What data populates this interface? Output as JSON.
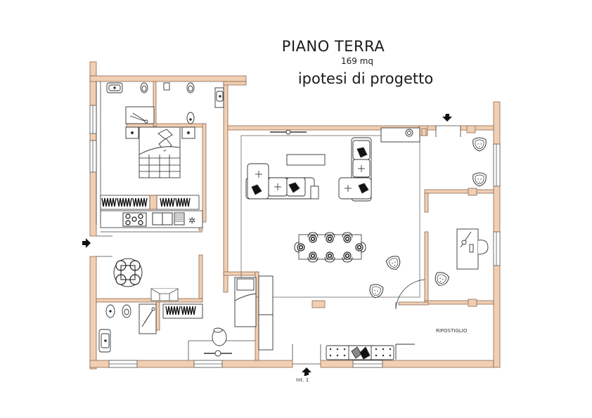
{
  "header": {
    "title": "PIANO TERRA",
    "area": "169 mq",
    "subtitle": "ipotesi di progetto"
  },
  "labels": {
    "storage_room": "RIPOSTIGLIO",
    "entrance": "Int. 1"
  },
  "colors": {
    "wall": "#f1cfb2",
    "wall_stroke": "#8a6a55",
    "line": "#333333",
    "background": "#ffffff"
  },
  "rooms": [
    {
      "name": "master-bedroom",
      "furniture": [
        "double-bed",
        "nightstands",
        "shower",
        "sink",
        "toilets"
      ]
    },
    {
      "name": "kitchen",
      "furniture": [
        "wardrobes",
        "stove",
        "sink",
        "fridge"
      ]
    },
    {
      "name": "dining-corner",
      "furniture": [
        "round-table",
        "4-chairs"
      ]
    },
    {
      "name": "bathroom-2",
      "furniture": [
        "bidet",
        "toilet",
        "shower",
        "sink"
      ]
    },
    {
      "name": "single-bedroom",
      "furniture": [
        "single-bed",
        "desk",
        "chair",
        "wardrobe"
      ]
    },
    {
      "name": "living-room",
      "furniture": [
        "sectional-sofa",
        "corner-sofa",
        "coffee-table",
        "tv-unit",
        "dining-table-8",
        "armchairs"
      ]
    },
    {
      "name": "study",
      "furniture": [
        "desk",
        "chair",
        "armchair"
      ]
    },
    {
      "name": "reception",
      "furniture": [
        "armchairs"
      ]
    },
    {
      "name": "storage",
      "label": "RIPOSTIGLIO"
    }
  ],
  "entrances": [
    {
      "name": "main-entrance",
      "label": "Int. 1"
    },
    {
      "name": "side-entrance-left"
    },
    {
      "name": "top-entrance"
    }
  ]
}
